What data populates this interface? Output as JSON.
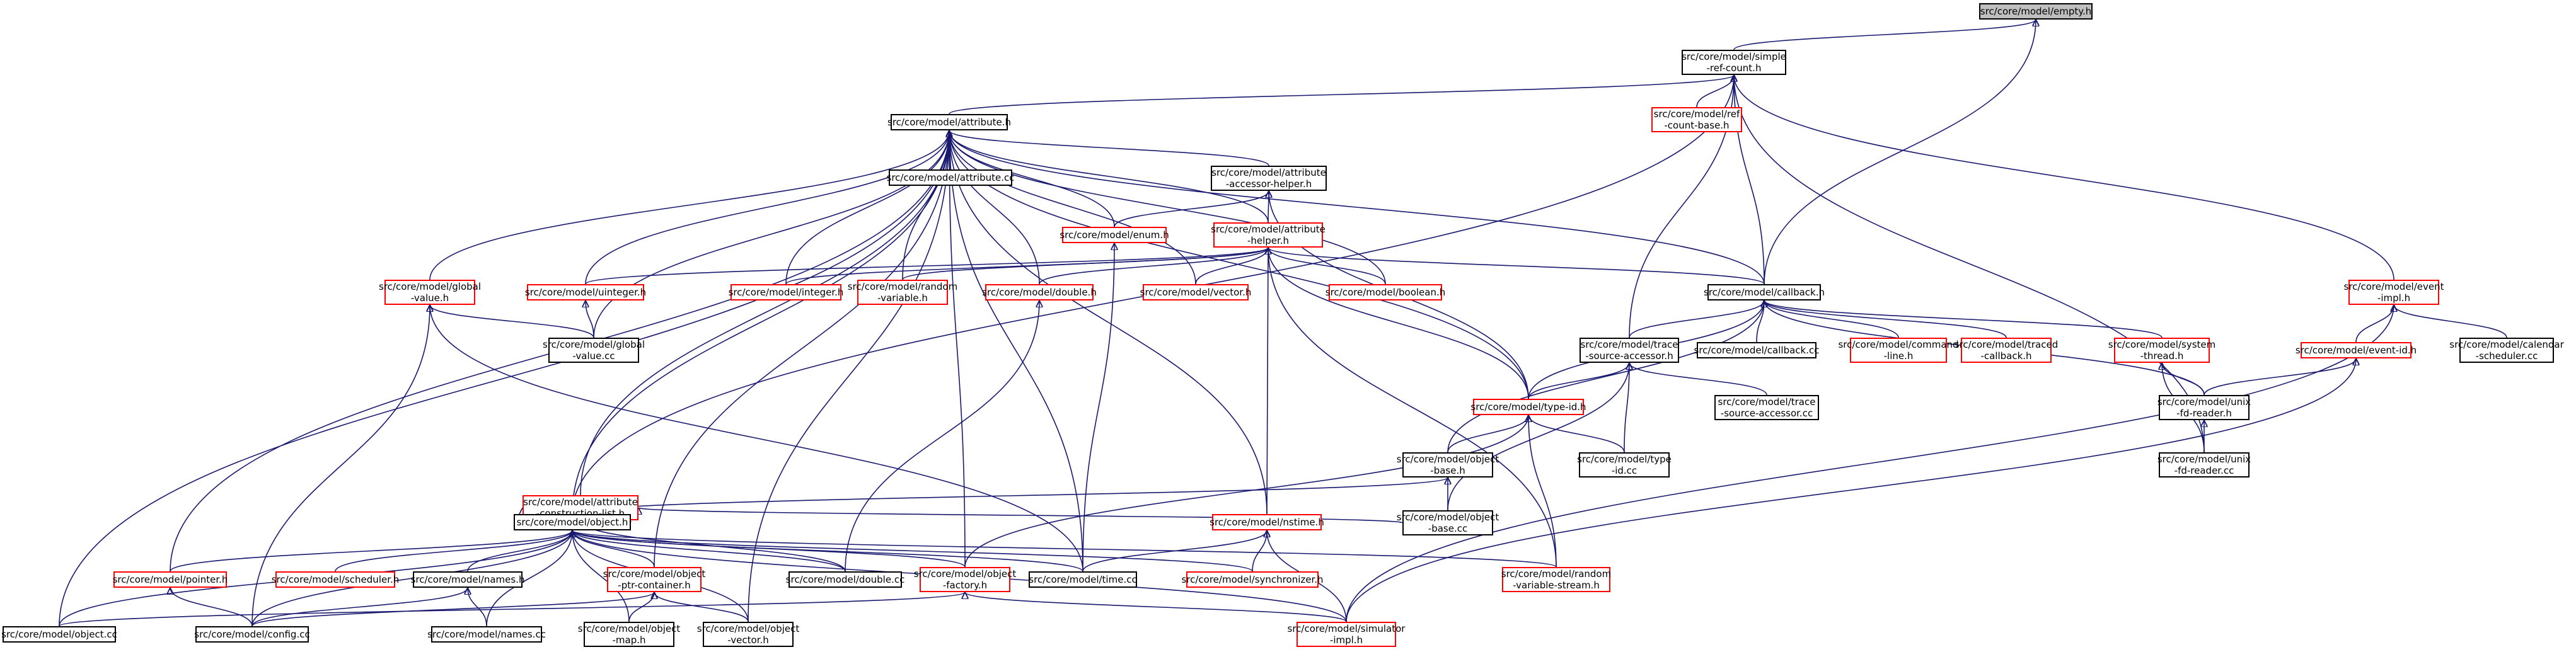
{
  "graph": {
    "colors": {
      "edge": "#191970",
      "border_default": "#000000",
      "border_undocumented": "#ff0000",
      "focus_fill": "#bfbfbf"
    },
    "nodes": {
      "empty": {
        "label": "src/core/model/empty.h"
      },
      "simple_ref_count": {
        "label": "src/core/model/simple\n-ref-count.h"
      },
      "ref_count_base": {
        "label": "src/core/model/ref\n-count-base.h"
      },
      "attribute": {
        "label": "src/core/model/attribute.h"
      },
      "attribute_cc": {
        "label": "src/core/model/attribute.cc"
      },
      "attribute_accessor_helper": {
        "label": "src/core/model/attribute\n-accessor-helper.h"
      },
      "enum": {
        "label": "src/core/model/enum.h"
      },
      "attribute_helper": {
        "label": "src/core/model/attribute\n-helper.h"
      },
      "event_impl": {
        "label": "src/core/model/event\n-impl.h"
      },
      "global_value": {
        "label": "src/core/model/global\n-value.h"
      },
      "uinteger": {
        "label": "src/core/model/uinteger.h"
      },
      "integer": {
        "label": "src/core/model/integer.h"
      },
      "random_variable": {
        "label": "src/core/model/random\n-variable.h"
      },
      "double": {
        "label": "src/core/model/double.h"
      },
      "vector": {
        "label": "src/core/model/vector.h"
      },
      "boolean": {
        "label": "src/core/model/boolean.h"
      },
      "callback": {
        "label": "src/core/model/callback.h"
      },
      "event_id": {
        "label": "src/core/model/event-id.h"
      },
      "calendar_scheduler": {
        "label": "src/core/model/calendar\n-scheduler.cc"
      },
      "global_value_cc": {
        "label": "src/core/model/global\n-value.cc"
      },
      "trace_source_accessor": {
        "label": "src/core/model/trace\n-source-accessor.h"
      },
      "callback_cc": {
        "label": "src/core/model/callback.cc"
      },
      "command_line": {
        "label": "src/core/model/command\n-line.h"
      },
      "traced_callback": {
        "label": "src/core/model/traced\n-callback.h"
      },
      "system_thread": {
        "label": "src/core/model/system\n-thread.h"
      },
      "type_id": {
        "label": "src/core/model/type-id.h"
      },
      "trace_source_accessor_cc": {
        "label": "src/core/model/trace\n-source-accessor.cc"
      },
      "unix_fd_reader_h": {
        "label": "src/core/model/unix\n-fd-reader.h"
      },
      "object_base": {
        "label": "src/core/model/object\n-base.h"
      },
      "type_id_cc": {
        "label": "src/core/model/type\n-id.cc"
      },
      "unix_fd_reader_cc": {
        "label": "src/core/model/unix\n-fd-reader.cc"
      },
      "attribute_construction_list": {
        "label": "src/core/model/attribute\n-construction-list.h"
      },
      "object": {
        "label": "src/core/model/object.h"
      },
      "nstime": {
        "label": "src/core/model/nstime.h"
      },
      "object_base_cc": {
        "label": "src/core/model/object\n-base.cc"
      },
      "pointer": {
        "label": "src/core/model/pointer.h"
      },
      "scheduler": {
        "label": "src/core/model/scheduler.h"
      },
      "names_h": {
        "label": "src/core/model/names.h"
      },
      "object_ptr_container": {
        "label": "src/core/model/object\n-ptr-container.h"
      },
      "double_cc": {
        "label": "src/core/model/double.cc"
      },
      "object_factory": {
        "label": "src/core/model/object\n-factory.h"
      },
      "time_cc": {
        "label": "src/core/model/time.cc"
      },
      "synchronizer": {
        "label": "src/core/model/synchronizer.h"
      },
      "random_variable_stream": {
        "label": "src/core/model/random\n-variable-stream.h"
      },
      "object_cc": {
        "label": "src/core/model/object.cc"
      },
      "config_cc": {
        "label": "src/core/model/config.cc"
      },
      "names_cc": {
        "label": "src/core/model/names.cc"
      },
      "object_map": {
        "label": "src/core/model/object\n-map.h"
      },
      "object_vector": {
        "label": "src/core/model/object\n-vector.h"
      },
      "simulator_impl": {
        "label": "src/core/model/simulator\n-impl.h"
      }
    }
  }
}
